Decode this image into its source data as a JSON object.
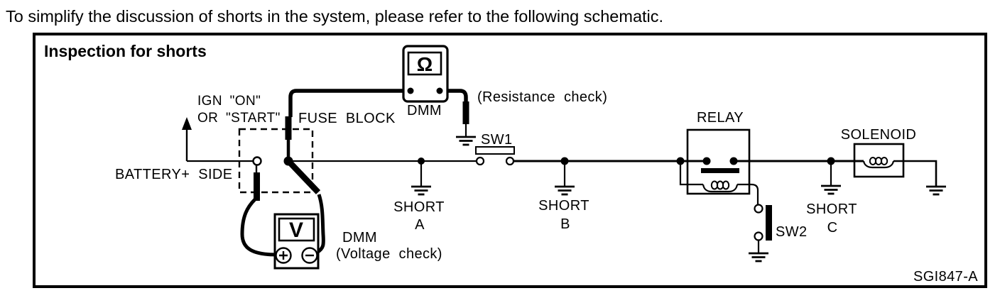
{
  "intro": "To simplify the discussion of shorts in the system, please refer to the following schematic.",
  "figure": {
    "title": "Inspection for shorts",
    "ref_code": "SGI847-A"
  },
  "labels": {
    "ign_line1": "IGN \"ON\"",
    "ign_line2": "OR \"START\"",
    "fuse_block": "FUSE BLOCK",
    "battery_side": "BATTERY+ SIDE",
    "sw1": "SW1",
    "sw2": "SW2",
    "relay": "RELAY",
    "solenoid": "SOLENOID"
  },
  "meters": {
    "dmm_resistance": {
      "name": "DMM",
      "display": "Ω",
      "note": "(Resistance check)"
    },
    "dmm_voltage": {
      "name": "DMM",
      "display": "V",
      "note": "(Voltage check)",
      "terminals": [
        "plus",
        "minus"
      ]
    }
  },
  "shorts": {
    "a": {
      "word": "SHORT",
      "letter": "A"
    },
    "b": {
      "word": "SHORT",
      "letter": "B"
    },
    "c": {
      "word": "SHORT",
      "letter": "C"
    }
  },
  "colors": {
    "ink": "#000000",
    "paper": "#ffffff"
  }
}
